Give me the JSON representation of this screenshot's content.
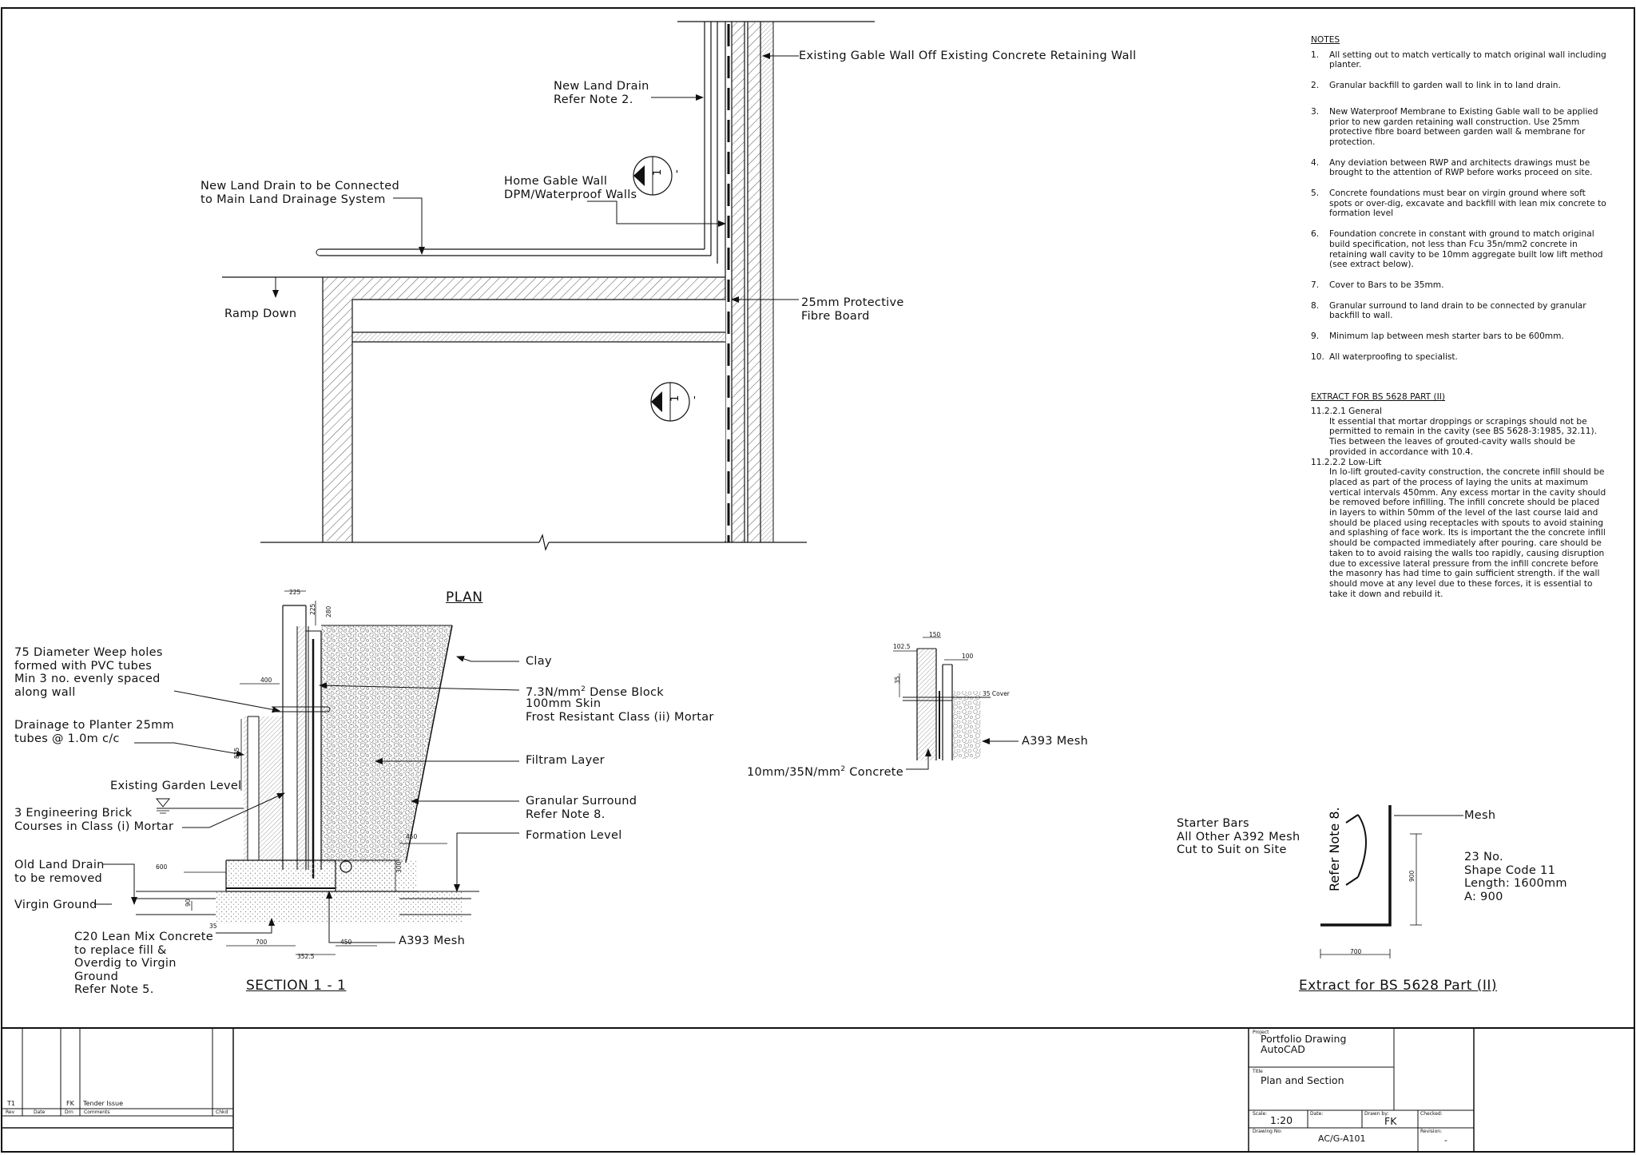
{
  "notes": {
    "heading": "NOTES",
    "items": [
      {
        "num": "1.",
        "text": "All setting out to match vertically to match original wall including planter."
      },
      {
        "num": "2.",
        "text": "Granular backfill to garden wall to link in to land drain."
      },
      {
        "num": "3.",
        "text": "New Waterproof Membrane to Existing Gable wall to be applied prior to new garden retaining wall construction. Use 25mm protective fibre board between garden wall & membrane for protection."
      },
      {
        "num": "4.",
        "text": "Any deviation between RWP and architects drawings must be brought to the attention of RWP before works proceed on site."
      },
      {
        "num": "5.",
        "text": "Concrete foundations must bear on virgin ground where soft spots or over-dig, excavate and backfill with lean mix concrete to formation level"
      },
      {
        "num": "6.",
        "text": "Foundation concrete in constant with ground to match original build specification, not less than Fcu 35n/mm2 concrete in retaining wall cavity to be 10mm aggregate built low lift method (see extract below)."
      },
      {
        "num": "7.",
        "text": "Cover to Bars to be 35mm."
      },
      {
        "num": "8.",
        "text": "Granular surround to land drain to be connected by granular backfill to wall."
      },
      {
        "num": "9.",
        "text": "Minimum lap between mesh starter bars to be 600mm."
      },
      {
        "num": "10.",
        "text": "All waterproofing to specialist."
      }
    ]
  },
  "extract": {
    "heading": "EXTRACT FOR BS 5628 PART (II)",
    "s1_title": "11.2.2.1 General",
    "s1_text": "It essential that mortar droppings or scrapings should not be permitted to remain in the cavity (see BS 5628-3:1985, 32.11). Ties between the leaves of grouted-cavity walls should be provided in accordance with 10.4.",
    "s2_title": "11.2.2.2 Low-Lift",
    "s2_text": "In lo-lift grouted-cavity construction, the concrete infill should be placed as part of the process of laying the units at maximum vertical intervals 450mm. Any excess mortar in the cavity should be removed before infilling. The infill concrete should be placed in layers to within 50mm of the level of the last course laid and should be placed using receptacles with spouts to avoid staining and splashing of face work. Its is important the the concrete infill should be compacted immediately after pouring. care should be taken to to avoid raising the walls too rapidly, causing disruption due to excessive lateral pressure from the infill concrete before the masonry has had time to gain sufficient strength. if the wall should move at any level due to these forces, it is essential to take it down and rebuild it."
  },
  "plan_labels": {
    "gable_wall": "Existing Gable Wall Off Existing Concrete Retaining Wall",
    "new_land_drain": "New Land Drain\nRefer Note 2.",
    "land_drain_connect": "New Land Drain to be Connected\nto Main Land Drainage System",
    "home_gable": "Home Gable Wall\nDPM/Waterproof Walls",
    "protective_board": "25mm Protective\nFibre Board",
    "ramp_down": "Ramp Down",
    "section_marker_num": "1",
    "section_marker_sheet": "-"
  },
  "section_labels": {
    "plan_title": "PLAN",
    "section_title": "SECTION 1 - 1",
    "weep_holes": "75 Diameter Weep holes\nformed with PVC tubes\nMin 3 no. evenly spaced\nalong wall",
    "drainage": "Drainage to Planter 25mm\ntubes @ 1.0m c/c",
    "garden_level": "Existing Garden Level",
    "eng_brick": "3 Engineering Brick\nCourses in Class (i) Mortar",
    "old_drain": "Old Land Drain\nto be removed",
    "virgin_ground": "Virgin Ground",
    "lean_mix": "C20 Lean Mix Concrete\nto replace fill &\nOverdig to Virgin\nGround\nRefer Note 5.",
    "clay": "Clay",
    "dense_block_1": "7.3N/mm",
    "dense_block_sup": "2",
    "dense_block_2": " Dense Block",
    "dense_block_3": "100mm Skin\nFrost Resistant Class (ii) Mortar",
    "filtram": "Filtram Layer",
    "granular": "Granular Surround\nRefer Note 8.",
    "formation": "Formation Level",
    "a393_mesh": "A393 Mesh",
    "dims": {
      "d225": "225",
      "d225b": "225",
      "d280": "280",
      "d400": "400",
      "d825": "825",
      "d600": "600",
      "d450": "450",
      "d300": "300",
      "d700": "700",
      "d450b": "450",
      "d3525": "352.5",
      "d35": "35",
      "d90": "90"
    }
  },
  "detail_labels": {
    "a393_mesh": "A393 Mesh",
    "concrete": "10mm/35N/mm",
    "concrete_sup": "2",
    "concrete_end": " Concrete",
    "cover": "35 Cover",
    "dims": {
      "d1025": "102.5",
      "d150": "150",
      "d100": "100",
      "d35": "35"
    }
  },
  "bar_labels": {
    "starter_bars": "Starter Bars\nAll Other A392 Mesh\nCut to Suit on Site",
    "refer_note": "Refer Note 8.",
    "mesh": "Mesh",
    "spec": "23 No.\nShape Code 11\nLength: 1600mm\nA: 900",
    "title": "Extract for BS 5628 Part (II)",
    "dims": {
      "d900": "900",
      "d700": "700"
    }
  },
  "revision_table": {
    "rev": "T1",
    "drn": "FK",
    "comment": "Tender Issue",
    "headers": {
      "rev": "Rev",
      "date": "Date",
      "drn": "Drn",
      "comments": "Comments",
      "chkd": "Chkd"
    }
  },
  "title_block": {
    "project_label": "Project",
    "project": "Portfolio Drawing\nAutoCAD",
    "title_label": "Title",
    "title": "Plan and Section",
    "scale_label": "Scale:",
    "scale": "1:20",
    "date_label": "Date:",
    "drawn_label": "Drawn by:",
    "drawn": "FK",
    "checked_label": "Checked:",
    "drawing_no_label": "Drawing No:",
    "drawing_no": "AC/G-A101",
    "revision_label": "Revision:",
    "revision": "-"
  }
}
